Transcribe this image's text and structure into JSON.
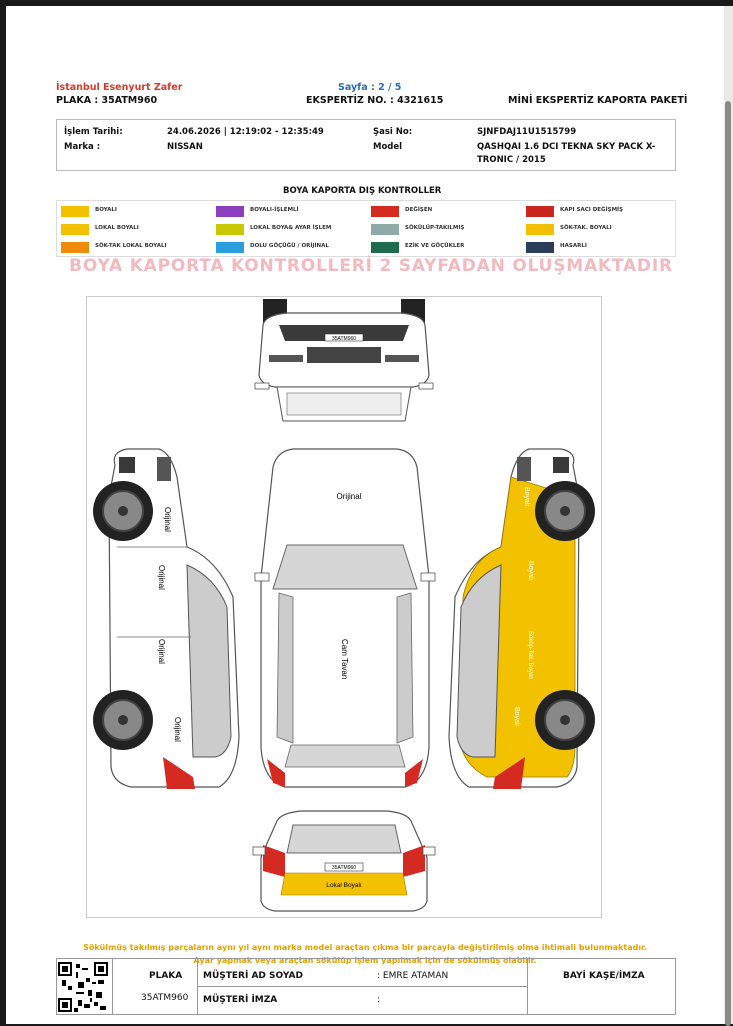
{
  "header": {
    "branch": "İstanbul Esenyurt Zafer",
    "plate_line": "PLAKA : 35ATM960",
    "page": "Sayfa : 2 / 5",
    "expertise_no": "EKSPERTİZ NO. : 4321615",
    "package": "MİNİ EKSPERTİZ KAPORTA PAKETİ"
  },
  "info": {
    "date_label": "İşlem Tarihi:",
    "date_value": "24.06.2026 | 12:19:02 - 12:35:49",
    "brand_label": "Marka :",
    "brand_value": "NISSAN",
    "chassis_label": "Şasi No:",
    "chassis_value": "SJNFDAJ11U1515799",
    "model_label": "Model",
    "model_value_1": "QASHQAI 1.6 DCI TEKNA SKY PACK X-",
    "model_value_2": "TRONIC / 2015"
  },
  "legend": {
    "title": "BOYA KAPORTA DIŞ KONTROLLER",
    "items": [
      {
        "label": "BOYALI",
        "color": "#f2c200"
      },
      {
        "label": "BOYALI-İŞLEMLİ",
        "color": "#8b3fbf"
      },
      {
        "label": "DEĞİŞEN",
        "color": "#d42a22"
      },
      {
        "label": "KAPI SACI DEĞİŞMİŞ",
        "color": "#c9261f"
      },
      {
        "label": "LOKAL BOYALI",
        "color": "#f4c100"
      },
      {
        "label": "LOKAL BOYA& AYAR İŞLEM",
        "color": "#c8c800"
      },
      {
        "label": "SÖKÜLÜP-TAKILMIŞ",
        "color": "#8fa8a8"
      },
      {
        "label": "SÖK-TAK. BOYALI",
        "color": "#f2c000"
      },
      {
        "label": "SÖK-TAK LOKAL BOYALI",
        "color": "#f08a0a"
      },
      {
        "label": "DOLU GÖÇÜĞÜ / ORİJİNAL",
        "color": "#2b9ee0"
      },
      {
        "label": "EZİK VE GÖÇÜKLER",
        "color": "#1f6b4f"
      },
      {
        "label": "HASARLI",
        "color": "#2a3d5a"
      }
    ]
  },
  "watermark": "BOYA KAPORTA KONTROLLERİ 2 SAYFADAN OLUŞMAKTADIR",
  "diagram": {
    "front_plate": "35ATM960",
    "rear_plate": "35ATM960",
    "top_hood": "Orijinal",
    "top_roof": "Cam Tavan",
    "left_labels": [
      "Orijinal",
      "Orijinal",
      "Orijinal",
      "Orijinal"
    ],
    "right_labels": [
      "Boyalı",
      "Boyalı",
      "Söküp-Tak. Boyalı",
      "Boyalı"
    ],
    "rear_label": "Lokal Boyalı"
  },
  "notes": {
    "line1": "Sökülmüş takılmış parçaların aynı yıl aynı marka model araçtan çıkma bir parçayla değiştirilmiş olma ihtimali bulunmaktadır.",
    "line2": "Ayar yapmak veya araçtan sökülüp işlem yapılmak için de sökülmüş olabilir."
  },
  "footer": {
    "plate_label": "PLAKA",
    "plate_value": "35ATM960",
    "customer_label": "MÜŞTERİ AD SOYAD",
    "customer_value": ": EMRE ATAMAN",
    "signature_label": "MÜŞTERİ İMZA",
    "signature_value": ":",
    "dealer_label": "BAYİ KAŞE/İMZA"
  },
  "colors": {
    "painted": "#f2c200",
    "changed": "#d42a22"
  }
}
